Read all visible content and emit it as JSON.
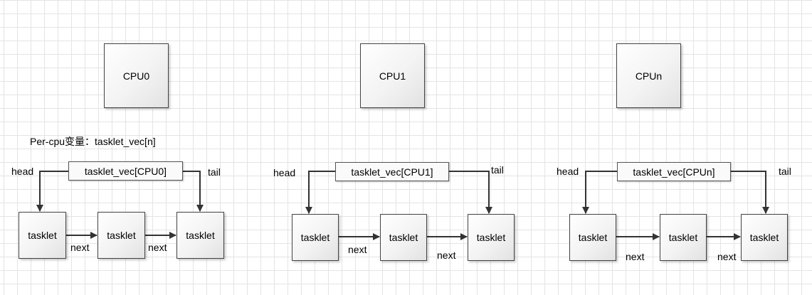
{
  "per_cpu_caption": "Per-cpu变量：tasklet_vec[n]",
  "columns": [
    {
      "cpu": "CPU0",
      "vec": "tasklet_vec[CPU0]",
      "head": "head",
      "tail": "tail",
      "nodes": [
        "tasklet",
        "tasklet",
        "tasklet"
      ],
      "next1": "next",
      "next2": "next"
    },
    {
      "cpu": "CPU1",
      "vec": "tasklet_vec[CPU1]",
      "head": "head",
      "tail": "tail",
      "nodes": [
        "tasklet",
        "tasklet",
        "tasklet"
      ],
      "next1": "next",
      "next2": "next"
    },
    {
      "cpu": "CPUn",
      "vec": "tasklet_vec[CPUn]",
      "head": "head",
      "tail": "tail",
      "nodes": [
        "tasklet",
        "tasklet",
        "tasklet"
      ],
      "next1": "next",
      "next2": "next"
    }
  ],
  "colors": {
    "line": "#333333",
    "grid": "#e4e4e4",
    "box_border": "#444444"
  }
}
